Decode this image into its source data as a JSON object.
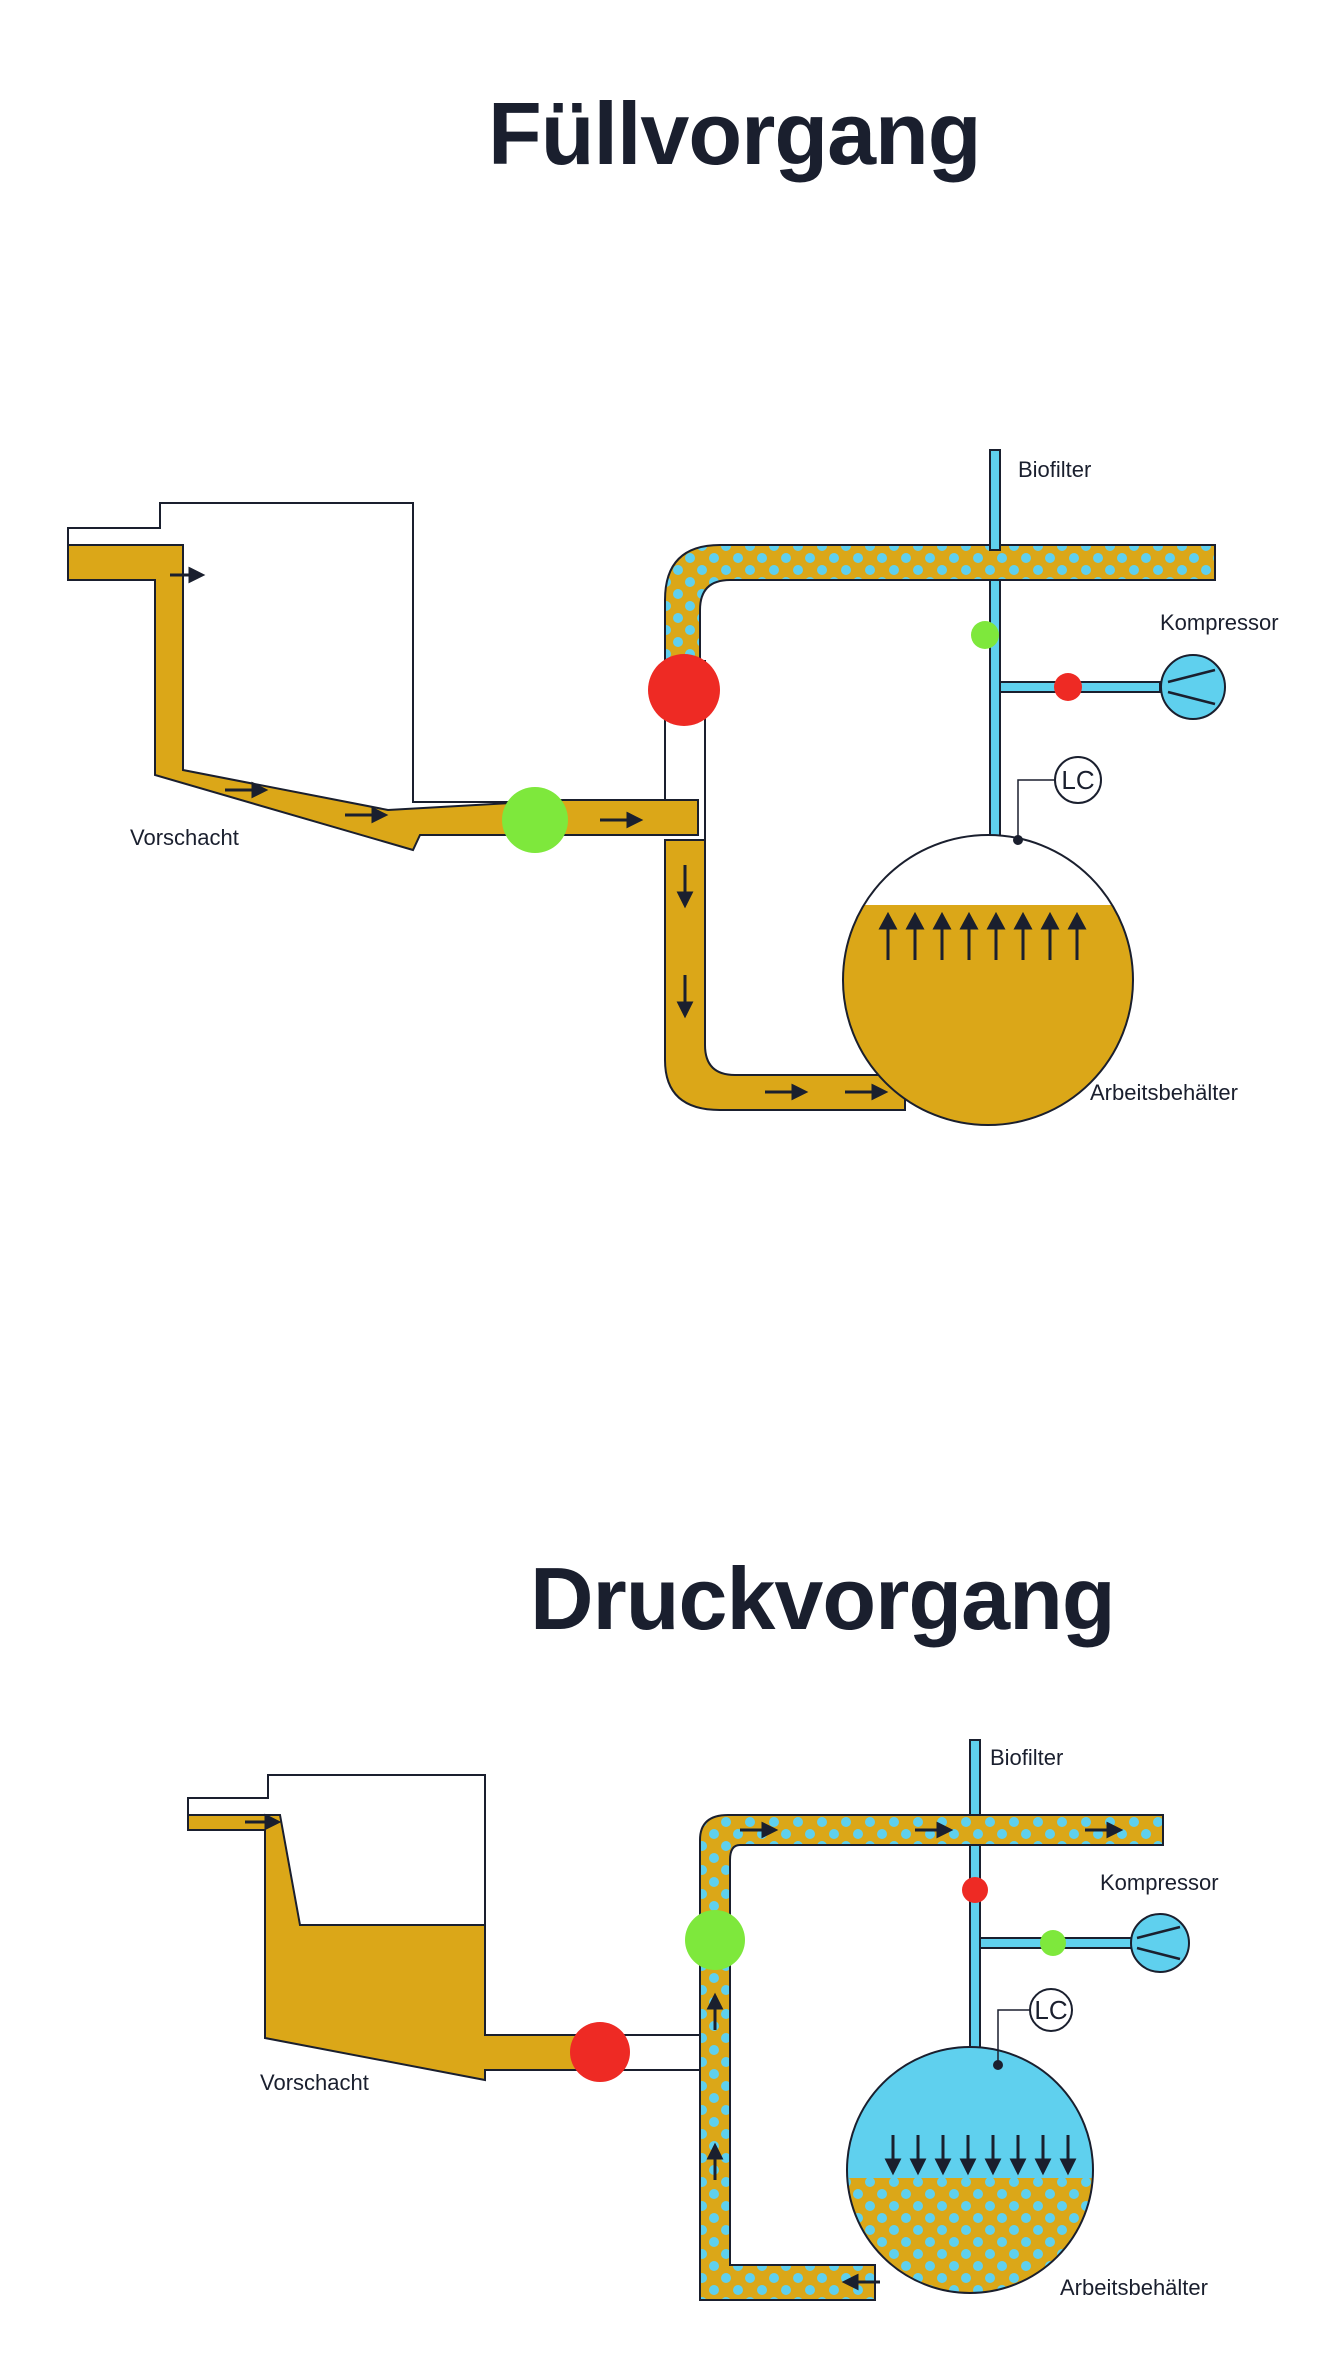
{
  "diagrams": [
    {
      "title": "Füllvorgang",
      "labels": {
        "biofilter": "Biofilter",
        "kompressor": "Kompressor",
        "lc": "LC",
        "vorschacht": "Vorschacht",
        "arbeitsbehaelter": "Arbeitsbehälter"
      }
    },
    {
      "title": "Druckvorgang",
      "labels": {
        "biofilter": "Biofilter",
        "kompressor": "Kompressor",
        "lc": "LC",
        "vorschacht": "Vorschacht",
        "arbeitsbehaelter": "Arbeitsbehälter"
      }
    }
  ],
  "colors": {
    "liquid": "#dba718",
    "air": "#5fd0ee",
    "valve_open": "#7ee83c",
    "valve_closed": "#ee2a24",
    "outline": "#1a1f2e",
    "text": "#1a1f2e"
  }
}
